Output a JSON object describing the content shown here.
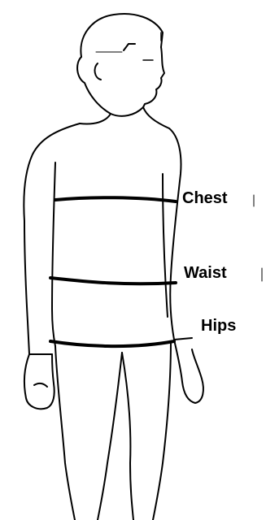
{
  "labels": {
    "chest": "Chest",
    "waist": "Waist",
    "hips": "Hips"
  },
  "colors": {
    "line": "#000000",
    "background": "#ffffff"
  }
}
